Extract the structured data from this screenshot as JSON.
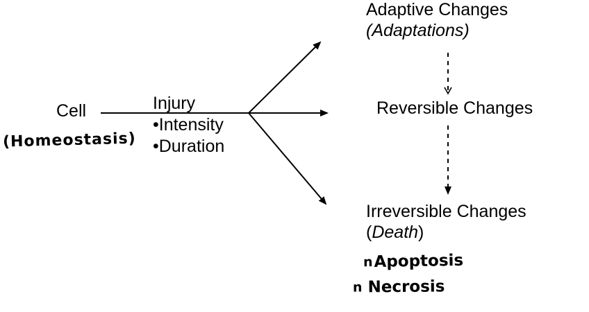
{
  "diagram": {
    "title_semantic": "cell-injury-outcomes-flow",
    "colors": {
      "ink": "#000000",
      "background": "#ffffff"
    },
    "cell": {
      "label": "Cell",
      "annotation": "(Homeostasis)"
    },
    "injury": {
      "title": "Injury",
      "bullets": [
        "•Intensity",
        "•Duration"
      ]
    },
    "outcomes": {
      "adaptive": {
        "line1": "Adaptive Changes",
        "line2": "(Adaptations)"
      },
      "reversible": {
        "label": "Reversible Changes"
      },
      "irreversible": {
        "line1": "Irreversible Changes",
        "paren_open": "(",
        "word": "Death",
        "paren_close": ")"
      },
      "notes": [
        {
          "bullet": "n",
          "label": "Apoptosis"
        },
        {
          "bullet": "n",
          "label": "Necrosis"
        }
      ]
    }
  }
}
